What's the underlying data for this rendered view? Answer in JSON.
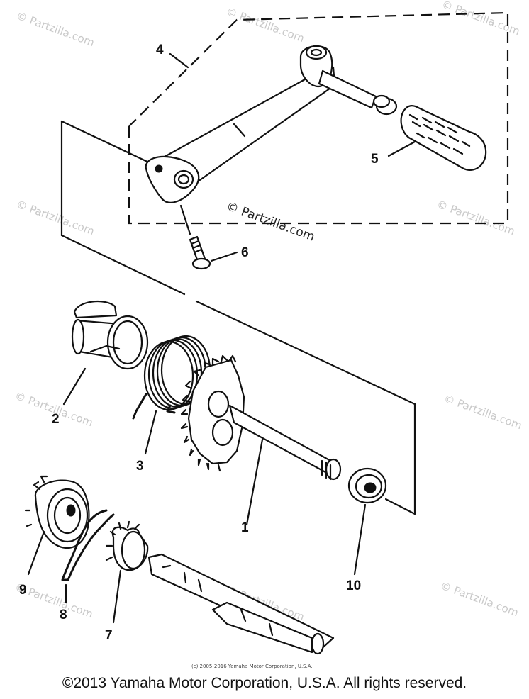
{
  "watermark": {
    "text": "© Partzilla.com"
  },
  "parts": [
    {
      "id": "part-1",
      "number": "1"
    },
    {
      "id": "part-2",
      "number": "2"
    },
    {
      "id": "part-3",
      "number": "3"
    },
    {
      "id": "part-4",
      "number": "4"
    },
    {
      "id": "part-5",
      "number": "5"
    },
    {
      "id": "part-6",
      "number": "6"
    },
    {
      "id": "part-7",
      "number": "7"
    },
    {
      "id": "part-8",
      "number": "8"
    },
    {
      "id": "part-9",
      "number": "9"
    },
    {
      "id": "part-10",
      "number": "10"
    }
  ],
  "small_credit": "(c) 2005-2016 Yamaha Motor Corporation, U.S.A.",
  "copyright": "©2013 Yamaha Motor Corporation, U.S.A. All rights reserved."
}
